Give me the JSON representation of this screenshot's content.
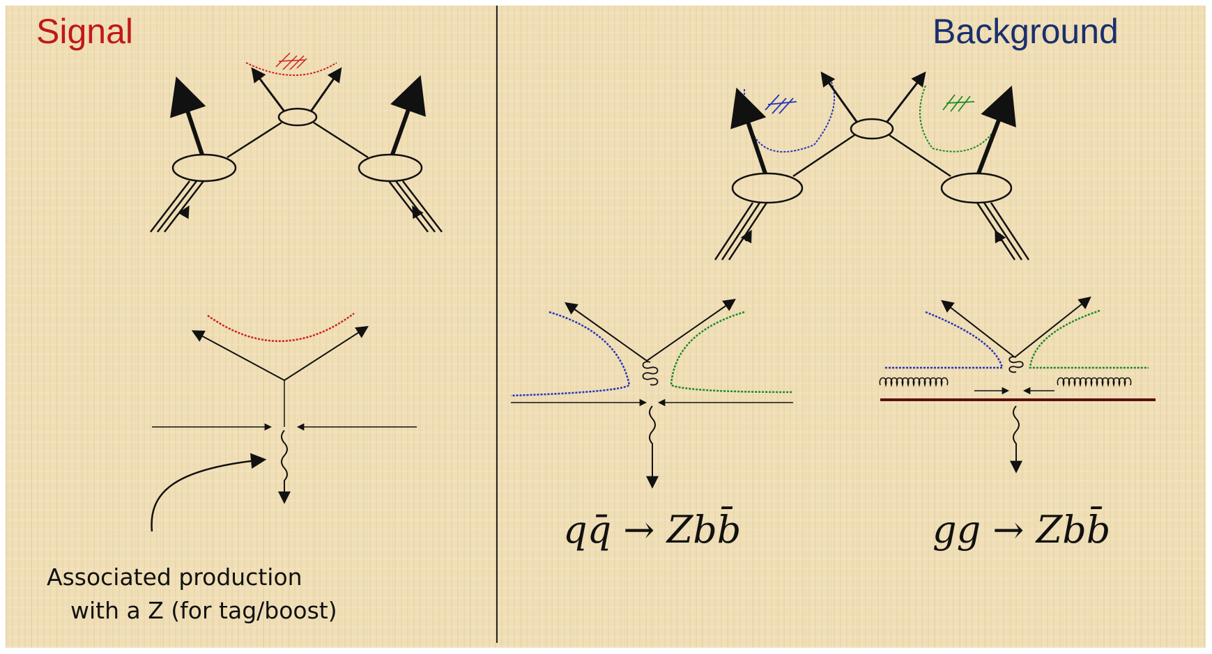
{
  "headings": {
    "signal": "Signal",
    "background": "Background"
  },
  "caption": {
    "line1": "Associated production",
    "line2": "with a Z (for tag/boost)"
  },
  "formulas": {
    "qq": "qq̄ → Zbb̄",
    "gg": "gg → Zbb̄"
  },
  "colors": {
    "signal": "#c01818",
    "background": "#1a2f6e",
    "blue": "#2233bb",
    "green": "#1a8a2a",
    "red": "#cc2020",
    "beam": "#5a1010",
    "slide": "#f0dfb6"
  }
}
